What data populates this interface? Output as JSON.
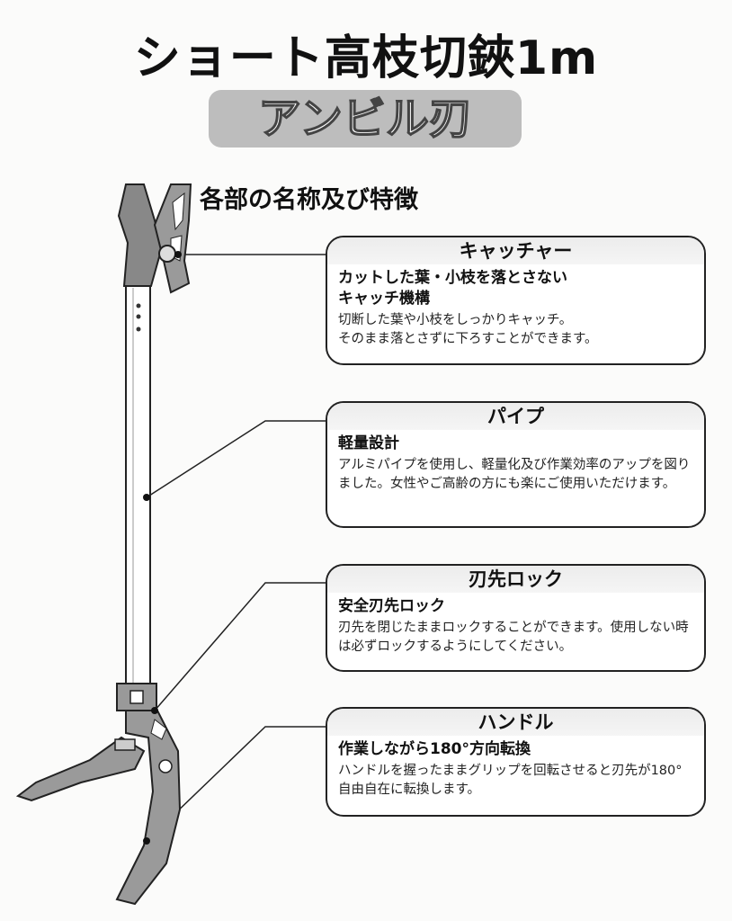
{
  "title": "ショート高枝切鋏1m",
  "subtitle": "アンビル刃",
  "section_heading": "各部の名称及び特徴",
  "parts": [
    {
      "name": "キャッチャー",
      "feature": "カットした葉・小枝を落とさない\nキャッチ機構",
      "description": "切断した葉や小枝をしっかりキャッチ。\nそのまま落とさずに下ろすことができます。"
    },
    {
      "name": "パイプ",
      "feature": "軽量設計",
      "description": "アルミパイプを使用し、軽量化及び作業効率のアップを図りました。女性やご高齢の方にも楽にご使用いただけます。"
    },
    {
      "name": "刃先ロック",
      "feature": "安全刃先ロック",
      "description": "刃先を閉じたままロックすることができます。使用しない時は必ずロックするようにしてください。"
    },
    {
      "name": "ハンドル",
      "feature": "作業しながら180°方向転換",
      "description": "ハンドルを握ったままグリップを回転させると刃先が180°自由自在に転換します。"
    }
  ]
}
